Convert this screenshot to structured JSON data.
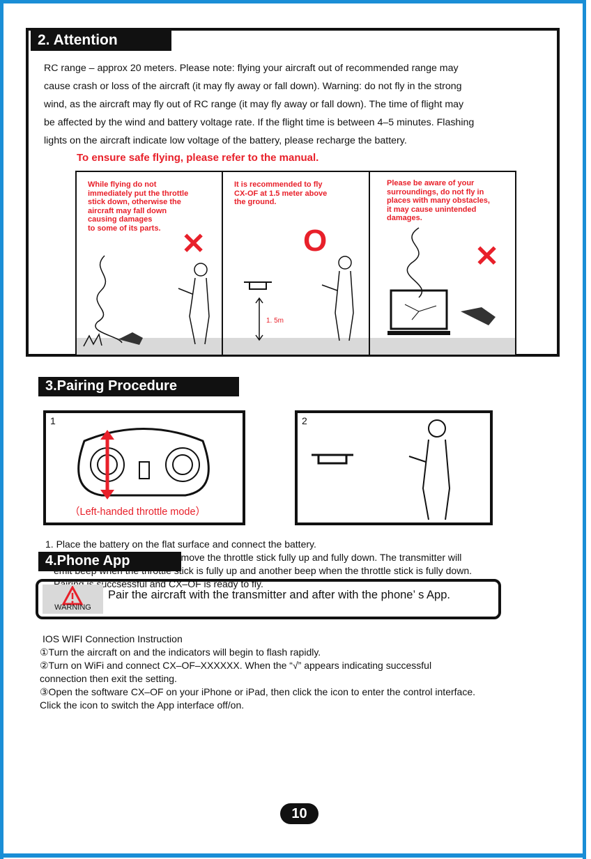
{
  "attention": {
    "title": "2. Attention",
    "lines": [
      "RC range  –  approx 20 meters. Please note: flying your aircraft out of recommended range may",
      "cause crash or loss of the aircraft (it may fly away or fall down). Warning: do not fly in the strong",
      "wind, as the aircraft may fly out of RC range (it may fly away or fall down). The time of flight may",
      "be affected by the wind and battery voltage rate. If the flight time is between 4–5 minutes. Flashing",
      "lights on the aircraft indicate low voltage of the battery, please recharge the battery."
    ],
    "safe_note": "To ensure safe flying, please refer to the manual.",
    "panels": [
      {
        "caption": [
          "While flying do not",
          "immediately put the throttle",
          "stick down, otherwise the",
          "aircraft may fall down",
          "causing damages",
          "to some of its parts."
        ],
        "mark": "✕"
      },
      {
        "caption": [
          "It is recommended to fly",
          "CX-OF at 1.5 meter above",
          "the ground."
        ],
        "mark": "O",
        "height_label": "1. 5m"
      },
      {
        "caption": [
          "Please be aware of your",
          "surroundings, do not fly in",
          "places with many obstacles,",
          "it may cause unintended",
          "damages."
        ],
        "mark": "✕"
      }
    ]
  },
  "pairing": {
    "title": "3.Pairing Procedure",
    "box1_number": "1",
    "box2_number": "2",
    "throttle_caption": "（Left-handed throttle mode）",
    "steps": [
      "1. Place the battery on the flat surface and connect the battery.",
      "2. Turn on the transmitter, then move the throttle stick fully up and fully down. The transmitter will",
      "emit  beep when the throttle stick is fully up and another beep when the throttle stick is fully down.",
      "Pairing is succsessful and CX–OF is ready to fly."
    ]
  },
  "phone": {
    "title": "4.Phone App",
    "warning_label": "WARNING",
    "warning_text": "Pair the aircraft with the transmitter and after with the phone’ s App.",
    "ios_lines": [
      "IOS WIFI Connection Instruction",
      "①Turn the aircraft on and the indicators will begin to flash rapidly.",
      "②Turn on WiFi and connect CX–OF–XXXXXX. When the    “√”   appears indicating successful",
      "connection then exit the setting.",
      "③Open the software CX–OF on your iPhone or iPad, then click the icon to enter the control interface.",
      "Click the icon to switch the App interface off/on."
    ]
  },
  "page_number": "10",
  "colors": {
    "accent_border": "#1a8ed6",
    "warning_red": "#e8202a"
  }
}
